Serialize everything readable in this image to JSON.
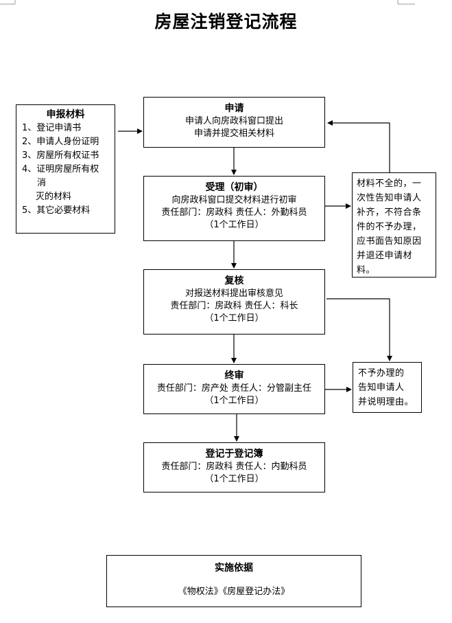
{
  "title": "房屋注销登记流程",
  "materials": {
    "heading": "申报材料",
    "items": [
      "1、登记申请书",
      "2、申请人身份证明",
      "3、房屋所有权证书",
      "4、证明房屋所有权",
      "消",
      "灭的材料",
      "5、其它必要材料"
    ]
  },
  "steps": [
    {
      "heading": "申请",
      "lines": [
        "申请人向房政科窗口提出",
        "申请并提交相关材料"
      ]
    },
    {
      "heading": "受理（初审）",
      "lines": [
        "向房政科窗口提交材料进行初审",
        "责任部门：房政科  责任人：外勤科员",
        "（1个工作日）"
      ]
    },
    {
      "heading": "复核",
      "lines": [
        "对报送材料提出审核意见",
        "责任部门：房政科  责任人：科长",
        "（1个工作日）"
      ]
    },
    {
      "heading": "终审",
      "lines": [
        "责任部门：房产处  责任人：分管副主任",
        "（1个工作日）"
      ]
    },
    {
      "heading": "登记于登记簿",
      "lines": [
        "责任部门：房政科  责任人：内勤科员",
        "（1个工作日）"
      ]
    }
  ],
  "notes": {
    "incomplete": [
      "材料不全的，一",
      "次性告知申请人",
      "补齐，不符合条",
      "件的不予办理，",
      "应书面告知原因",
      "并退还申请材",
      "料。"
    ],
    "rejected": [
      "不予办理的",
      "告知申请人",
      "并说明理由。"
    ]
  },
  "basis": {
    "heading": "实施依据",
    "text": "《物权法》《房屋登记办法》"
  }
}
